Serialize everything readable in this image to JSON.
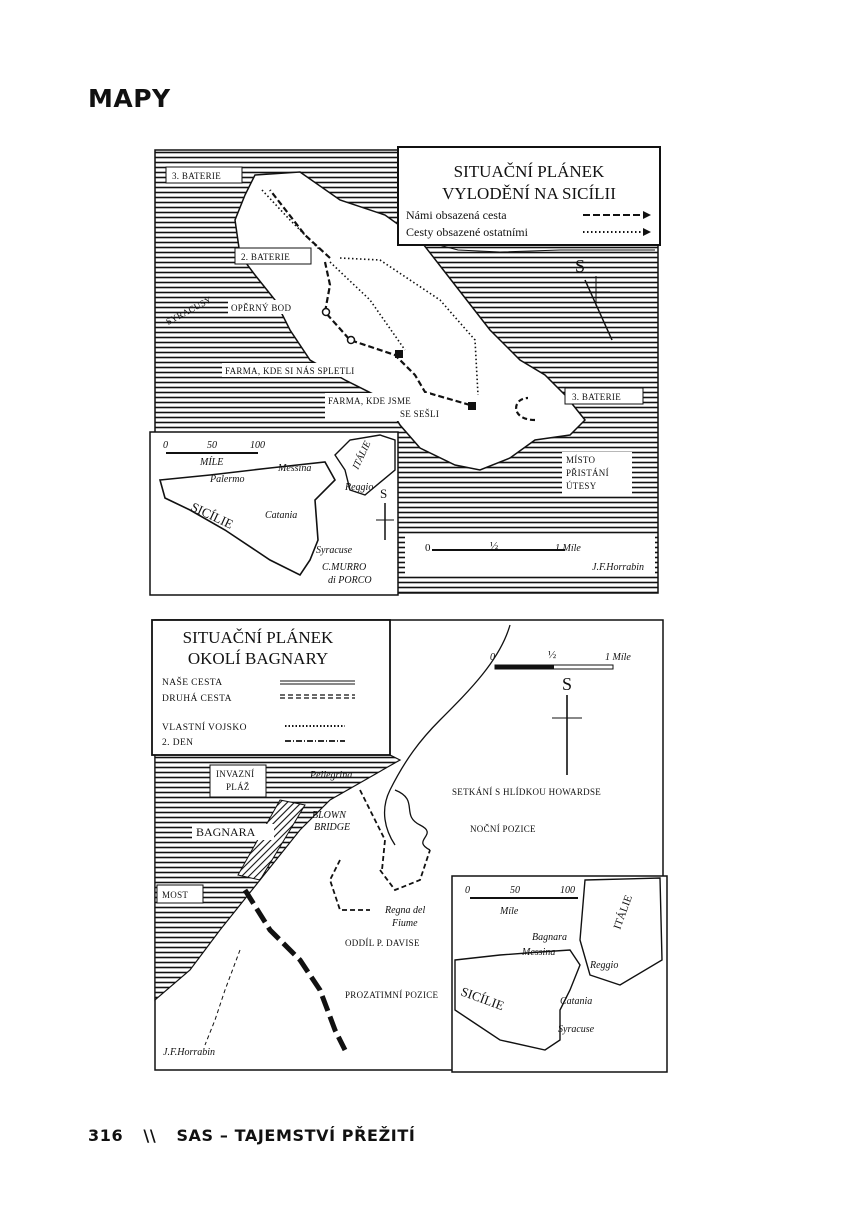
{
  "page": {
    "heading": "MAPY",
    "footer_page": "316",
    "footer_sep": "\\\\",
    "footer_title": "SAS – TAJEMSTVÍ PŘEŽITÍ"
  },
  "map1": {
    "title1": "SITUAČNÍ PLÁNEK",
    "title2": "VYLODĚNÍ NA SICÍLII",
    "legend1": "Námi obsazená cesta",
    "legend2": "Cesty obsazené ostatními",
    "labels": {
      "bat3a": "3. BATERIE",
      "bat2": "2. BATERIE",
      "bat3b": "3. BATERIE",
      "syracusy": "SYRACUSY",
      "operny": "OPĚRNÝ BOD",
      "farma1": "FARMA, KDE SI NÁS SPLETLI",
      "farma2a": "FARMA, KDE JSME",
      "farma2b": "SE SEŠLI",
      "misto": "MÍSTO",
      "pristani": "PŘISTÁNÍ",
      "utesy": "ÚTESY",
      "compass": "S",
      "scale0": "0",
      "scaleHalf": "½",
      "scale1": "1 Míle",
      "signature": "J.F.Horrabin"
    },
    "inset": {
      "s0": "0",
      "s50": "50",
      "s100": "100",
      "mile": "MÍLE",
      "palermo": "Palermo",
      "messina": "Messina",
      "italie": "ITÁLIE",
      "reggio": "Reggio",
      "catania": "Catania",
      "sicilie": "SICÍLIE",
      "syracuse": "Syracuse",
      "murro1": "C.MURRO",
      "murro2": "di PORCO",
      "compass": "S"
    }
  },
  "map2": {
    "title1": "SITUAČNÍ PLÁNEK",
    "title2": "OKOLÍ BAGNARY",
    "legend": [
      "NAŠE CESTA",
      "DRUHÁ CESTA",
      "VLASTNÍ VOJSKO",
      "2. DEN"
    ],
    "labels": {
      "invazni1": "INVAZNÍ",
      "invazni2": "PLÁŽ",
      "pellegrina": "Pellegrina",
      "blown1": "BLOWN",
      "blown2": "BRIDGE",
      "bagnara": "BAGNARA",
      "most": "MOST",
      "setkani": "SETKÁNÍ S HLÍDKOU HOWARDSE",
      "nocni": "NOČNÍ POZICE",
      "regna1": "Regna del",
      "regna2": "Fiume",
      "oddil": "ODDÍL P. DAVISE",
      "prozatimni": "PROZATIMNÍ POZICE",
      "signature": "J.F.Horrabin",
      "scale0": "0",
      "scaleHalf": "½",
      "scale1": "1 Míle",
      "compass": "S"
    },
    "inset": {
      "s0": "0",
      "s50": "50",
      "s100": "100",
      "mile": "Míle",
      "bagnara": "Bagnara",
      "messina": "Messina",
      "italie": "ITÁLIE",
      "reggio": "Reggio",
      "sicilie": "SICÍLIE",
      "catania": "Catania",
      "syracuse": "Syracuse"
    }
  }
}
